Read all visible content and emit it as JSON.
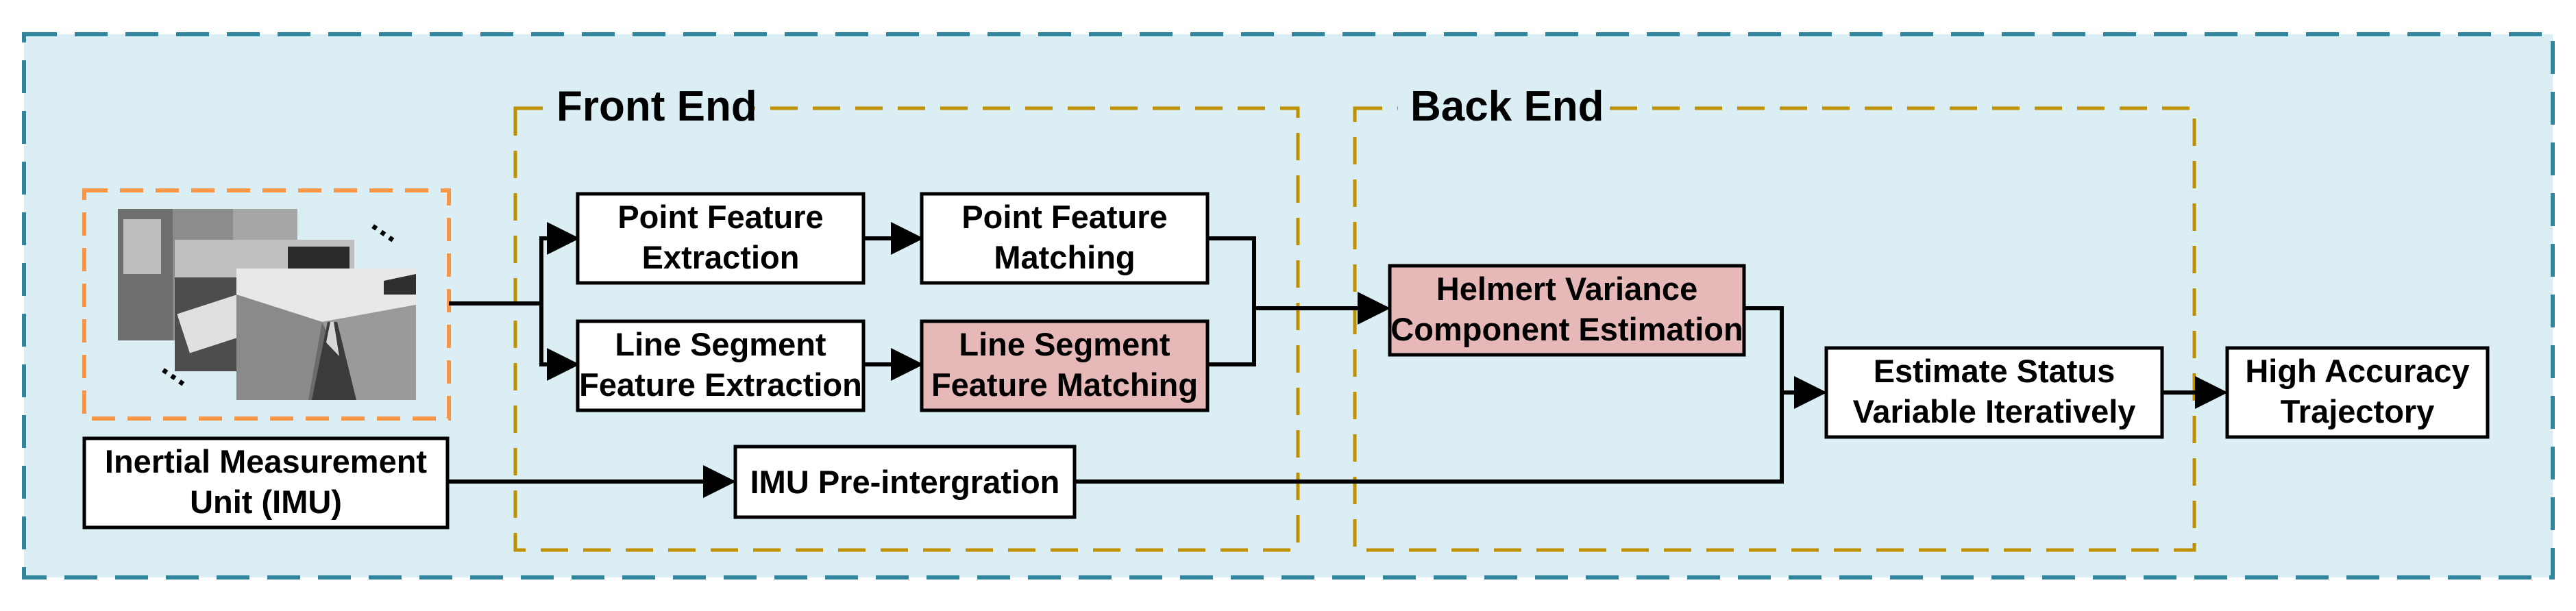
{
  "groups": {
    "front_end": {
      "title": "Front End"
    },
    "back_end": {
      "title": "Back End"
    }
  },
  "blocks": {
    "point_extraction": {
      "lines": [
        "Point Feature",
        "Extraction"
      ]
    },
    "point_matching": {
      "lines": [
        "Point Feature",
        "Matching"
      ]
    },
    "line_extraction": {
      "lines": [
        "Line Segment",
        "Feature Extraction"
      ]
    },
    "line_matching": {
      "lines": [
        "Line Segment",
        "Feature Matching"
      ]
    },
    "imu": {
      "lines": [
        "Inertial Measurement",
        "Unit (IMU)"
      ]
    },
    "imu_preint": {
      "lines": [
        "IMU Pre-intergration"
      ]
    },
    "helmert": {
      "lines": [
        "Helmert Variance",
        "Component Estimation"
      ]
    },
    "estimate": {
      "lines": [
        "Estimate Status",
        "Variable Iteratively"
      ]
    },
    "trajectory": {
      "lines": [
        "High Accuracy",
        "Trajectory"
      ]
    }
  },
  "ellipsis_glyphs": [
    "…",
    "…"
  ],
  "colors": {
    "background": "#dbeef4",
    "outer_border": "#31859c",
    "group_border": "#bf9000",
    "image_border": "#f79646",
    "highlight_fill": "#e6b9b8",
    "block_fill": "#ffffff",
    "line": "#000000"
  }
}
